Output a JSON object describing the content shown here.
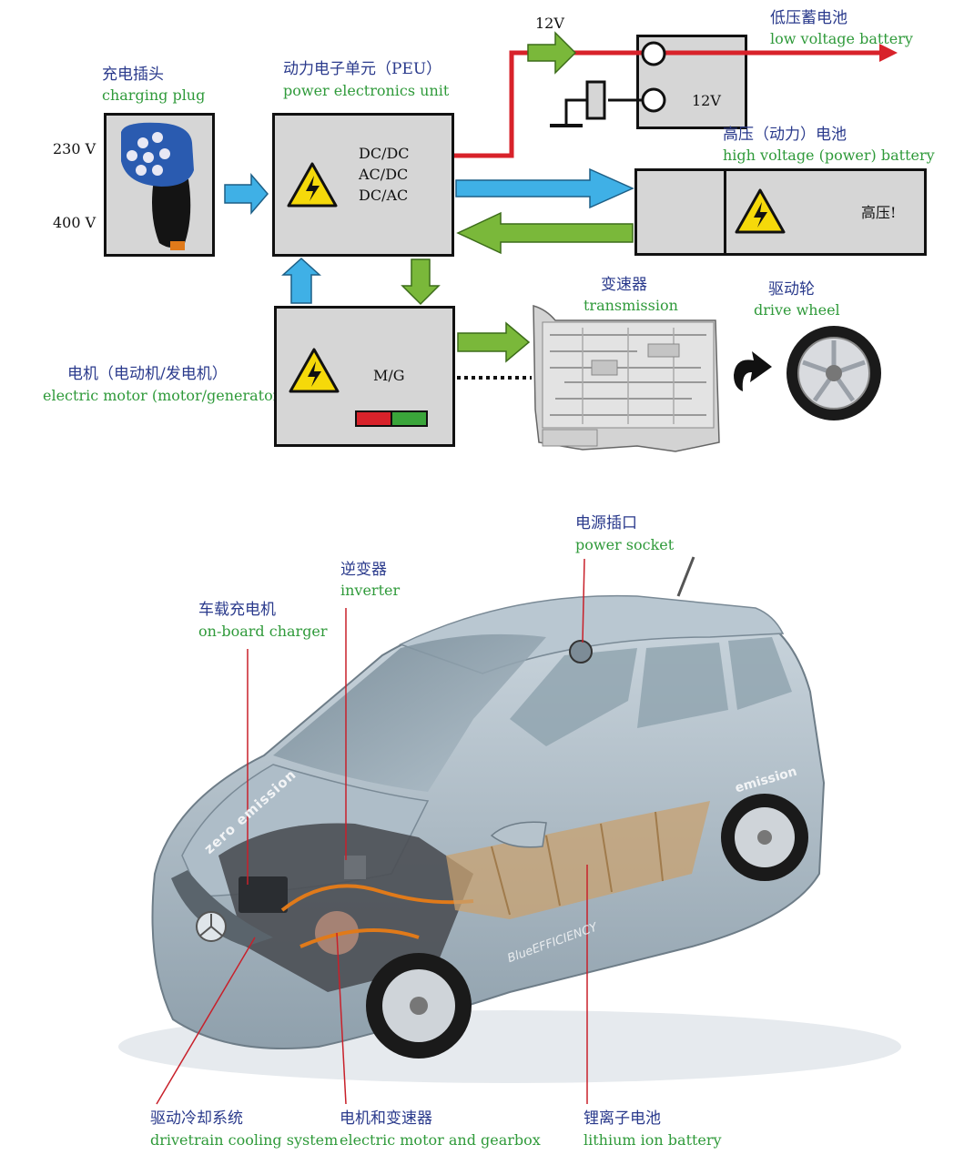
{
  "diagram": {
    "charging_plug": {
      "zh": "充电插头",
      "en": "charging plug",
      "voltage_top": "230 V",
      "voltage_bottom": "400 V"
    },
    "peu": {
      "zh": "动力电子单元（PEU）",
      "en": "power electronics unit",
      "lines": [
        "DC/DC",
        "AC/DC",
        "DC/AC"
      ]
    },
    "low_voltage_battery": {
      "zh": "低压蓄电池",
      "en": "low voltage battery",
      "box_label": "12V",
      "line_label": "12V"
    },
    "high_voltage_battery": {
      "zh": "高压（动力）电池",
      "en": "high voltage (power) battery",
      "box_label": "高压!"
    },
    "motor": {
      "zh": "电机（电动机/发电机）",
      "en": "electric motor (motor/generator)",
      "box_label": "M/G"
    },
    "transmission": {
      "zh": "变速器",
      "en": "transmission"
    },
    "drive_wheel": {
      "zh": "驱动轮",
      "en": "drive wheel"
    }
  },
  "car": {
    "power_socket": {
      "zh": "电源插口",
      "en": "power socket"
    },
    "inverter": {
      "zh": "逆变器",
      "en": "inverter"
    },
    "onboard_charger": {
      "zh": "车载充电机",
      "en": "on-board charger"
    },
    "cooling_system": {
      "zh": "驱动冷却系统",
      "en": "drivetrain cooling system"
    },
    "motor_gearbox": {
      "zh": "电机和变速器",
      "en": "electric motor and gearbox"
    },
    "lithium_battery": {
      "zh": "锂离子电池",
      "en": "lithium ion battery"
    },
    "body_text_1": "zero emission",
    "body_text_2": "emission",
    "body_text_3": "BlueEFFICIENCY"
  },
  "colors": {
    "zh_text": "#2a3a8c",
    "en_text": "#2f9a3a",
    "arrow_blue": "#3fb0e6",
    "arrow_green": "#7ab83a",
    "wire_red": "#d8222a",
    "box_fill": "#d6d6d6",
    "warning_yellow": "#f5d90a"
  }
}
